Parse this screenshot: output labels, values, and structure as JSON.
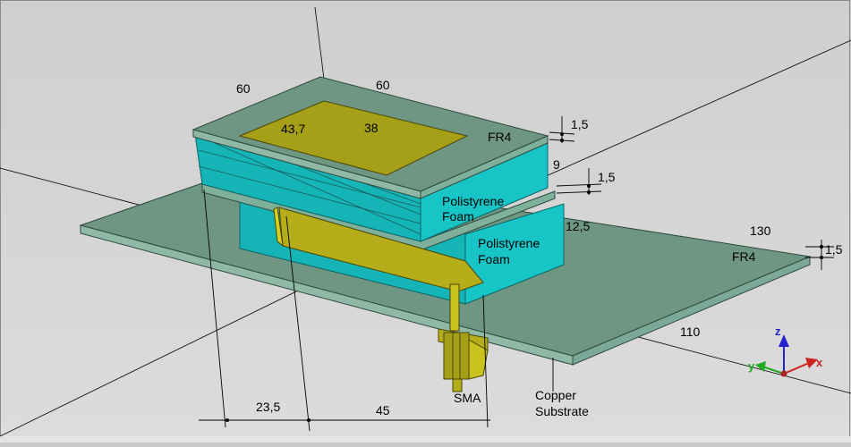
{
  "dimensions": {
    "top_length": "60",
    "top_width": "60",
    "patch_length": "43,7",
    "patch_width": "38",
    "fr4_thickness_top": "1,5",
    "foam_gap_upper": "9",
    "fr4_thickness_mid": "1,5",
    "foam_gap_lower": "12,5",
    "ground_length": "130",
    "ground_width": "110",
    "ground_thickness": "1,5",
    "feed_offset": "23,5",
    "feed_length": "45"
  },
  "labels": {
    "fr4_top": "FR4",
    "foam_upper_line1": "Polistyrene",
    "foam_upper_line2": "Foam",
    "foam_lower_line1": "Polistyrene",
    "foam_lower_line2": "Foam",
    "fr4_ground": "FR4",
    "connector": "SMA",
    "copper_line1": "Copper",
    "copper_line2": "Substrate"
  },
  "axes": {
    "x": "x",
    "y": "y",
    "z": "z"
  },
  "colors": {
    "background": "#c8c8c8",
    "background_light": "#d8d8d8",
    "fr4": "#6e9682",
    "fr4_edge": "#8fb9a6",
    "foam": "#17c4c6",
    "patch": "#a6a019",
    "dim_line": "#000000",
    "axis_x": "#cc2222",
    "axis_y": "#22aa22",
    "axis_z": "#2222cc"
  }
}
